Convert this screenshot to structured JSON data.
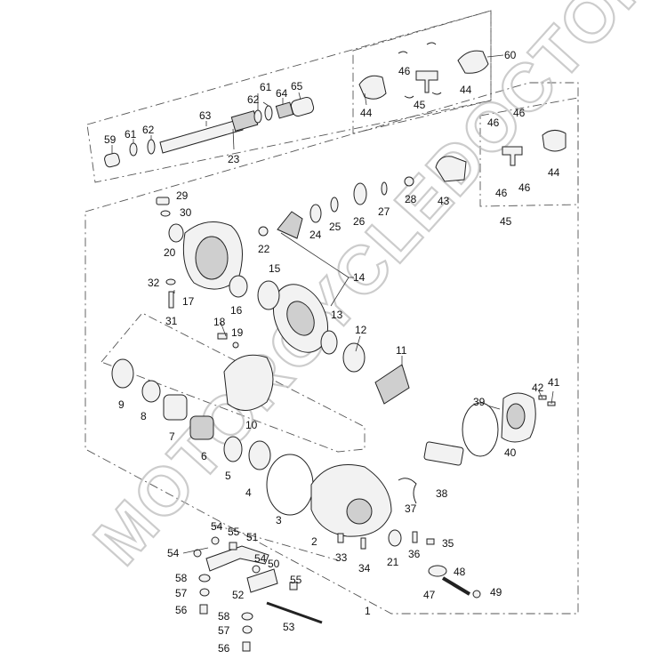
{
  "watermark": "MOTORCYCLEDOCTOR",
  "labels": {
    "p1": "1",
    "p2": "2",
    "p3": "3",
    "p4": "4",
    "p5": "5",
    "p6": "6",
    "p7": "7",
    "p8": "8",
    "p9": "9",
    "p10": "10",
    "p11": "11",
    "p12": "12",
    "p13": "13",
    "p14": "14",
    "p15": "15",
    "p16": "16",
    "p17": "17",
    "p18": "18",
    "p19": "19",
    "p20": "20",
    "p21": "21",
    "p22": "22",
    "p23": "23",
    "p24": "24",
    "p25": "25",
    "p26": "26",
    "p27": "27",
    "p28": "28",
    "p29": "29",
    "p30": "30",
    "p31": "31",
    "p32": "32",
    "p33": "33",
    "p34": "34",
    "p35": "35",
    "p36": "36",
    "p37": "37",
    "p38": "38",
    "p39": "39",
    "p40": "40",
    "p41": "41",
    "p42": "42",
    "p43": "43",
    "p44a": "44",
    "p44b": "44",
    "p44c": "44",
    "p45a": "45",
    "p45b": "45",
    "p46a": "46",
    "p46b": "46",
    "p46c": "46",
    "p46d": "46",
    "p46e": "46",
    "p47": "47",
    "p48": "48",
    "p49": "49",
    "p50": "50",
    "p51": "51",
    "p52": "52",
    "p53": "53",
    "p54a": "54",
    "p54b": "54",
    "p54c": "54",
    "p55a": "55",
    "p55b": "55",
    "p56a": "56",
    "p56b": "56",
    "p57a": "57",
    "p57b": "57",
    "p58a": "58",
    "p58b": "58",
    "p59": "59",
    "p60": "60",
    "p61a": "61",
    "p61b": "61",
    "p62a": "62",
    "p62b": "62",
    "p63": "63",
    "p64": "64",
    "p65": "65"
  }
}
